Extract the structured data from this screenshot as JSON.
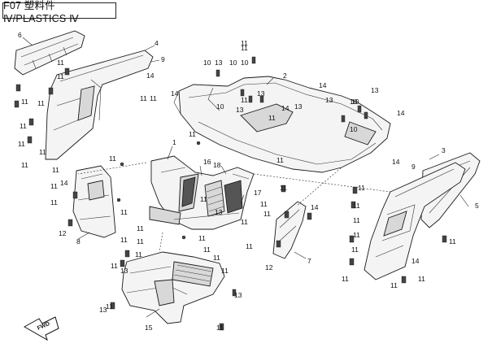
{
  "title": "F07 塑料件Ⅳ/PLASTICS Ⅳ",
  "fwd_label": "FWD",
  "callouts": [
    {
      "id": "c1",
      "text": "1"
    },
    {
      "id": "c2",
      "text": "2"
    },
    {
      "id": "c3",
      "text": "3"
    },
    {
      "id": "c4",
      "text": "4"
    },
    {
      "id": "c5",
      "text": "5"
    },
    {
      "id": "c6",
      "text": "6"
    },
    {
      "id": "c7",
      "text": "7"
    },
    {
      "id": "c8",
      "text": "8"
    },
    {
      "id": "c9a",
      "text": "9"
    },
    {
      "id": "c9b",
      "text": "9"
    },
    {
      "id": "c10a",
      "text": "10"
    },
    {
      "id": "c10b",
      "text": "10"
    },
    {
      "id": "c10c",
      "text": "10"
    },
    {
      "id": "c10d",
      "text": "10"
    },
    {
      "id": "c11",
      "text": "11"
    },
    {
      "id": "c12a",
      "text": "12"
    },
    {
      "id": "c12b",
      "text": "12"
    },
    {
      "id": "c13",
      "text": "13"
    },
    {
      "id": "c14",
      "text": "14"
    },
    {
      "id": "c15",
      "text": "15"
    },
    {
      "id": "c16",
      "text": "16"
    },
    {
      "id": "c17",
      "text": "17"
    },
    {
      "id": "c18",
      "text": "18"
    }
  ]
}
